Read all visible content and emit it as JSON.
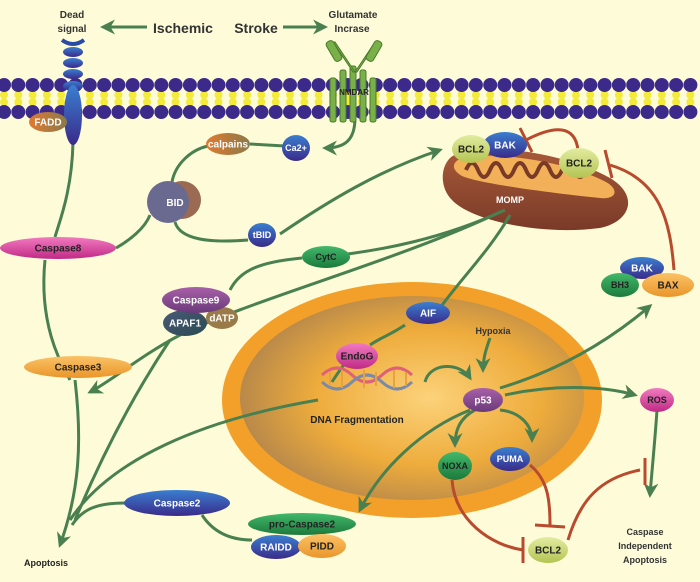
{
  "title": {
    "left_word": "Ischemic",
    "right_word": "Stroke"
  },
  "top_labels": {
    "dead_signal_line1": "Dead",
    "dead_signal_line2": "signal",
    "glutamate_line1": "Glutamate",
    "glutamate_line2": "Incrase"
  },
  "nodes": {
    "nmdar": "NMDAR",
    "fadd": "FADD",
    "calpains": "calpains",
    "ca2": "Ca2+",
    "bid": "BID",
    "tbid": "tBID",
    "caspase8": "Caspase8",
    "cytc": "CytC",
    "caspase9": "Caspase9",
    "apaf1": "APAF1",
    "datp": "dATP",
    "caspase3": "Caspase3",
    "bcl2_mito_left": "BCL2",
    "bak_mito": "BAK",
    "bcl2_mito_right": "BCL2",
    "momp": "MOMP",
    "bak_right": "BAK",
    "bh3": "BH3",
    "bax": "BAX",
    "aif": "AIF",
    "endog": "EndoG",
    "hypoxia": "Hypoxia",
    "p53": "p53",
    "dna_fragmentation": "DNA Fragmentation",
    "ros": "ROS",
    "noxa": "NOXA",
    "puma": "PUMA",
    "bcl2_bottom": "BCL2",
    "caspase2": "Caspase2",
    "pro_caspase2": "pro-Caspase2",
    "raidd": "RAIDD",
    "pidd": "PIDD",
    "apoptosis": "Apoptosis",
    "ci_line1": "Caspase",
    "ci_line2": "Independent",
    "ci_line3": "Apoptosis"
  },
  "colors": {
    "background": "#fefcd8",
    "activation_arrow": "#4a8050",
    "inhibition": "#b84a2e",
    "membrane_head": "#3b2a8a",
    "membrane_tail": "#f4ea3a",
    "nucleus_outer": "#f2a02a",
    "nucleus_inner": "#d9922e",
    "mitochondrion": "#8f4a30"
  }
}
